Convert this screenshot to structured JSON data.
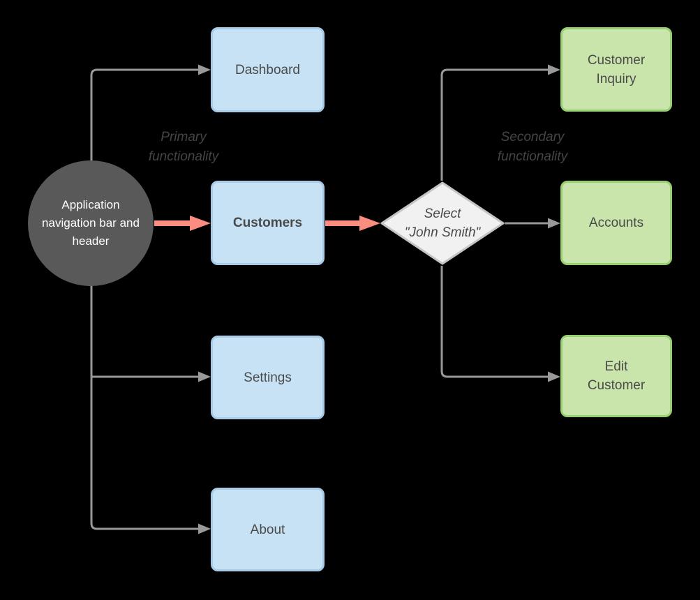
{
  "hub": {
    "label": "Application navigation bar and header"
  },
  "annotations": {
    "primary": "Primary\nfunctionality",
    "secondary": "Secondary\nfunctionality"
  },
  "primary_nodes": [
    {
      "id": "dashboard",
      "label": "Dashboard"
    },
    {
      "id": "customers",
      "label": "Customers",
      "emphasis": "bold"
    },
    {
      "id": "settings",
      "label": "Settings"
    },
    {
      "id": "about",
      "label": "About"
    }
  ],
  "decision": {
    "label": "Select\n\"John Smith\""
  },
  "secondary_nodes": [
    {
      "id": "customer-inquiry",
      "label": "Customer Inquiry"
    },
    {
      "id": "accounts",
      "label": "Accounts"
    },
    {
      "id": "edit-customer",
      "label": "Edit Customer"
    }
  ],
  "edges": [
    {
      "from": "hub",
      "to": "dashboard",
      "style": "gray"
    },
    {
      "from": "hub",
      "to": "customers",
      "style": "red-highlight"
    },
    {
      "from": "hub",
      "to": "settings",
      "style": "gray"
    },
    {
      "from": "hub",
      "to": "about",
      "style": "gray"
    },
    {
      "from": "customers",
      "to": "decision",
      "style": "red-highlight"
    },
    {
      "from": "decision",
      "to": "customer-inquiry",
      "style": "gray"
    },
    {
      "from": "decision",
      "to": "accounts",
      "style": "gray"
    },
    {
      "from": "decision",
      "to": "edit-customer",
      "style": "gray"
    }
  ],
  "colors": {
    "background": "#000000",
    "hub_fill": "#595959",
    "hub_text": "#ffffff",
    "primary_fill": "#c7e2f5",
    "primary_border": "#a8cbe8",
    "secondary_fill": "#cae5ac",
    "secondary_border": "#97d071",
    "decision_fill": "#f1f1f1",
    "decision_border": "#c4c4c4",
    "connector": "#999999",
    "highlight_arrow": "#fa8c80",
    "node_text": "#4a4a4a",
    "annotation_text": "#454545"
  }
}
